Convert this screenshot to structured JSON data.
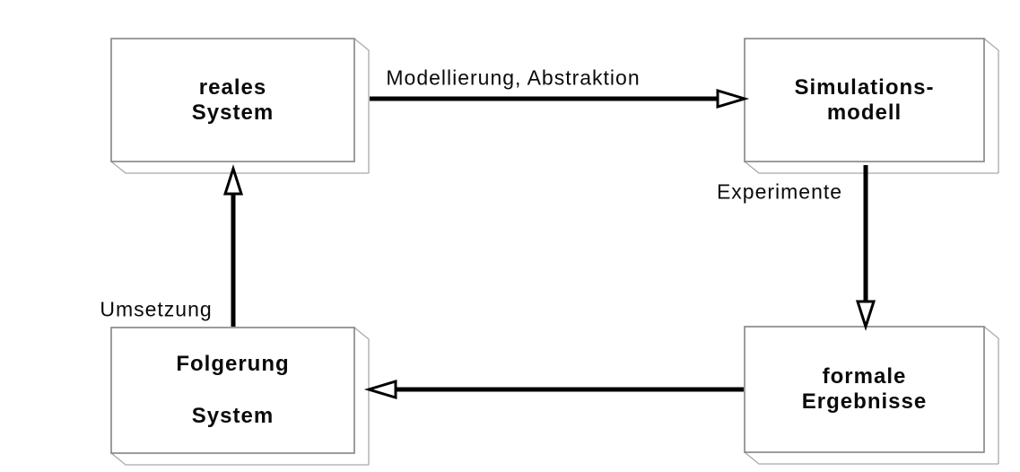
{
  "diagram": {
    "description": "Simulation cycle diagram with four boxes connected by arrows",
    "nodes": [
      {
        "id": "reales-system",
        "label": "reales\nSystem"
      },
      {
        "id": "simulationsmodell",
        "label": "Simulations-\nmodell"
      },
      {
        "id": "formale-ergebnisse",
        "label": "formale\nErgebnisse"
      },
      {
        "id": "folgerung-system",
        "label": "Folgerung\nSystem"
      }
    ],
    "edges": [
      {
        "from": "reales-system",
        "to": "simulationsmodell",
        "label": "Modellierung, Abstraktion",
        "direction": "right"
      },
      {
        "from": "simulationsmodell",
        "to": "formale-ergebnisse",
        "label": "Experimente",
        "direction": "down"
      },
      {
        "from": "formale-ergebnisse",
        "to": "folgerung-system",
        "label": "",
        "direction": "left"
      },
      {
        "from": "folgerung-system",
        "to": "reales-system",
        "label": "Umsetzung",
        "direction": "up"
      }
    ],
    "colors": {
      "background": "#ffffff",
      "box_fill": "#ffffff",
      "box_border": "#848484",
      "box_depth_line": "#a9a9a9",
      "arrow": "#000000",
      "arrowhead_fill": "#ffffff",
      "text": "#0a0a0a"
    }
  }
}
